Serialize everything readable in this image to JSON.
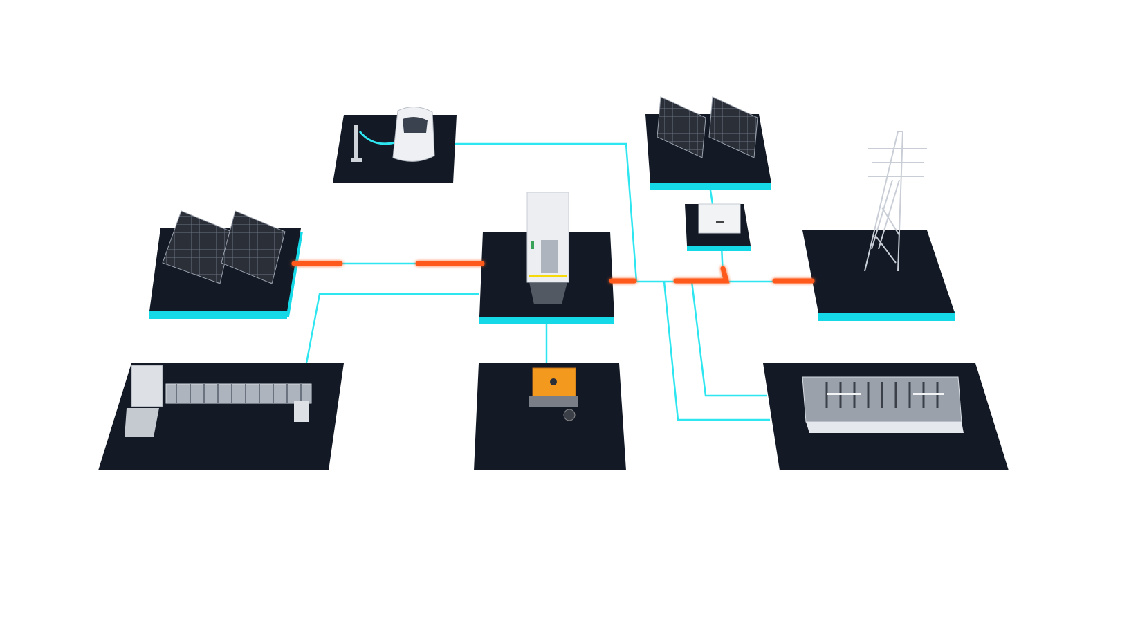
{
  "colors": {
    "background": "#ffffff",
    "platform": "#131a26",
    "platform_edge": "#16d9e8",
    "link_line": "#2ee6f0",
    "power_flow": "#ff5a1a",
    "equipment_light": "#e6e9ee",
    "generator": "#f39a1e"
  },
  "nodes": [
    {
      "id": "ev-charging",
      "icon": "electric-car-charger-icon"
    },
    {
      "id": "pv-array-top",
      "icon": "solar-panel-icon"
    },
    {
      "id": "inverter",
      "icon": "inverter-icon"
    },
    {
      "id": "pv-array-left",
      "icon": "solar-panel-icon"
    },
    {
      "id": "energy-storage-cabinet",
      "icon": "battery-cabinet-icon"
    },
    {
      "id": "grid",
      "icon": "transmission-tower-icon"
    },
    {
      "id": "industrial-load",
      "icon": "conveyor-icon"
    },
    {
      "id": "diesel-generator",
      "icon": "generator-icon"
    },
    {
      "id": "factory-load",
      "icon": "factory-building-icon"
    }
  ]
}
